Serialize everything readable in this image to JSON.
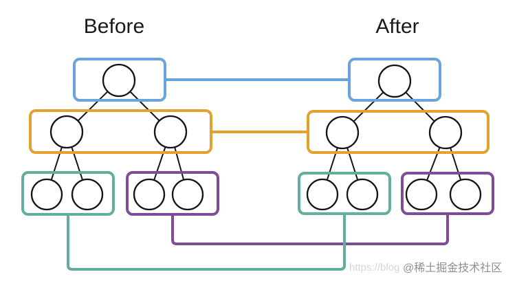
{
  "titles": {
    "before": "Before",
    "after": "After"
  },
  "watermark": {
    "community": "@稀土掘金技术社区",
    "url_fragment": "https://blog"
  },
  "colors": {
    "root_box": "#69A5DC",
    "internal_box": "#E5A12F",
    "left_leaf_box": "#63AE9E",
    "right_leaf_box": "#7E4D99",
    "edge": "#141414",
    "title_text": "#1a1a1a",
    "watermark": "#8f8f8f",
    "watermark_faint": "#d6d6d6"
  },
  "diagram": {
    "type": "binary-tree before/after comparison",
    "panels": [
      "Before",
      "After"
    ],
    "nodes_per_tree": 7,
    "groups": [
      {
        "name": "root-level",
        "color": "#69A5DC",
        "nodes": 1
      },
      {
        "name": "internal-level",
        "color": "#E5A12F",
        "nodes": 2
      },
      {
        "name": "left-leaf-pair",
        "color": "#63AE9E",
        "nodes": 2
      },
      {
        "name": "right-leaf-pair",
        "color": "#7E4D99",
        "nodes": 2
      }
    ],
    "connectors_note": "same-colored group boxes in Before and After are linked by lines of that color"
  }
}
